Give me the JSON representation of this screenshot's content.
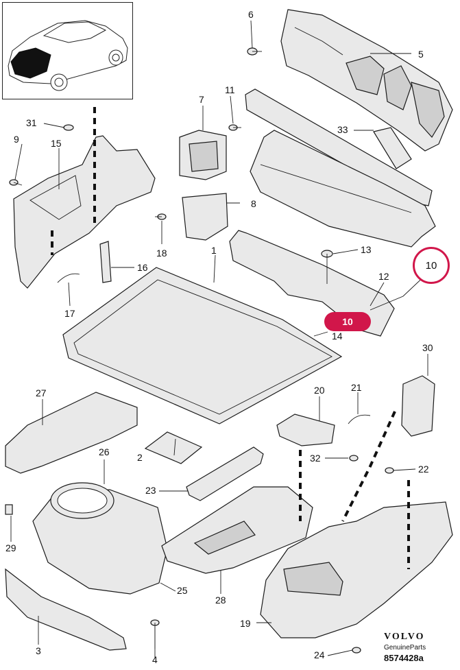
{
  "labels": {
    "p1": "1",
    "p2": "2",
    "p3": "3",
    "p4": "4",
    "p5": "5",
    "p6": "6",
    "p7": "7",
    "p8": "8",
    "p9": "9",
    "p11": "11",
    "p12": "12",
    "p13": "13",
    "p14": "14",
    "p15": "15",
    "p16": "16",
    "p17": "17",
    "p18": "18",
    "p19": "19",
    "p20": "20",
    "p21": "21",
    "p22": "22",
    "p23": "23",
    "p24": "24",
    "p25": "25",
    "p26": "26",
    "p27": "27",
    "p28": "28",
    "p29": "29",
    "p30": "30",
    "p31": "31",
    "p32": "32",
    "p33": "33"
  },
  "highlight": {
    "badge": "10",
    "circle": "10",
    "color": "#d1164a"
  },
  "brand": {
    "name": "VOLVO",
    "sub": "GenuineParts",
    "code": "8574428a"
  }
}
